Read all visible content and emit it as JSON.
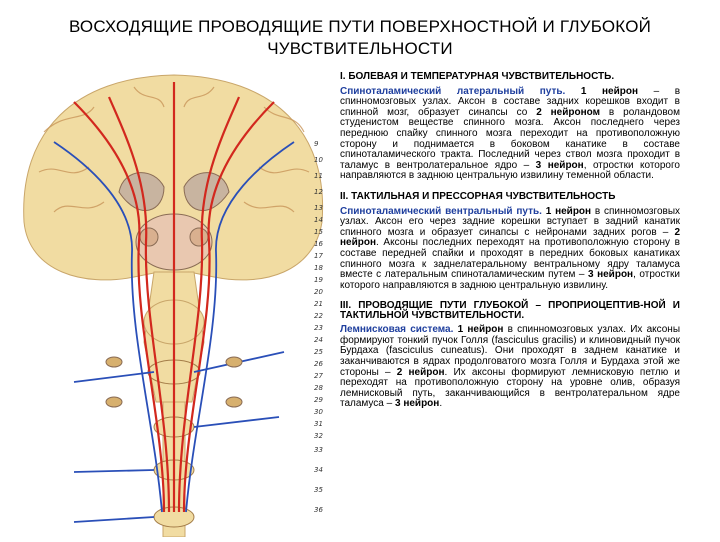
{
  "title": "ВОСХОДЯЩИЕ ПРОВОДЯЩИЕ ПУТИ ПОВЕРХНОСТНОЙ И ГЛУБОКОЙ ЧУВСТВИТЕЛЬНОСТИ",
  "figure": {
    "labels": [
      "9",
      "10",
      "11",
      "12",
      "13",
      "14",
      "15",
      "16",
      "17",
      "18",
      "19",
      "20",
      "21",
      "22",
      "23",
      "24",
      "25",
      "26",
      "27",
      "28",
      "29",
      "30",
      "31",
      "32",
      "33",
      "34",
      "35",
      "36"
    ]
  },
  "sections": [
    {
      "heading": "I. БОЛЕВАЯ И ТЕМПЕРАТУРНАЯ ЧУВСТВИТЕЛЬНОСТЬ.",
      "pathway": "Спиноталамический латеральный путь.",
      "p1": " ",
      "n1": "1 нейрон",
      "p2": " – в спинномозговых узлах. Аксон в составе задних корешков входит в спинной мозг, образует синапсы со ",
      "n2": "2 нейроном",
      "p3": " в роландовом студенистом веществе спинного мозга. Аксон последнего через переднюю спайку спинного мозга переходит на противоположную сторону и поднимается в боковом канатике в составе спиноталамического тракта. Последний через ствол мозга проходит в таламус в вентролатеральное ядро – ",
      "n3": "3 нейрон",
      "p4": ", отростки которого направляются в заднюю центральную извилину теменной области."
    },
    {
      "heading": "II. ТАКТИЛЬНАЯ И ПРЕССОРНАЯ ЧУВСТВИТЕЛЬНОСТЬ",
      "pathway": "Спиноталамический вентральный путь.",
      "p1": " ",
      "n1": "1 нейрон",
      "p2": " в спинномозговых узлах. Аксон его через задние корешки вступает в задний канатик спинного мозга и образует синапсы с нейронами задних рогов – ",
      "n2": "2 нейрон",
      "p3": ". Аксоны последних переходят на противоположную сторону в составе передней спайки и проходят в передних боковых канатиках спинного мозга к заднелатеральному вентральному ядру таламуса вместе с латеральным спиноталамическим путем – ",
      "n3": "3 нейрон",
      "p4": ", отростки которого направляются в заднюю центральную извилину."
    },
    {
      "heading": "III. ПРОВОДЯЩИЕ ПУТИ ГЛУБОКОЙ – ПРОПРИОЦЕПТИВ-НОЙ И ТАКТИЛЬНОЙ ЧУВСТВИТЕЛЬНОСТИ.",
      "pathway": "Лемнисковая система.",
      "p1": " ",
      "n1": "1 нейрон",
      "p2": " в спинномозговых узлах. Их аксоны формируют тонкий пучок Голля (fasciculus gracilis) и клиновидный пучок Бурдаха (fasciculus cuneatus). Они проходят в заднем канатике и заканчиваются в ядрах продолговатого мозга Голля и Бурдаха этой же стороны – ",
      "n2": "2 нейрон",
      "p3": ". Их аксоны формируют лемнисковую петлю и переходят на противоположную сторону на уровне олив, образуя лемнисковый путь, заканчивающийся в вентролатеральном ядре таламуса – ",
      "n3": "3 нейрон",
      "p4": "."
    }
  ],
  "colors": {
    "pathway": "#1f3f9e",
    "red_path": "#d2281e",
    "blue_path": "#2a4fb8",
    "tissue": "#f3dfa8"
  }
}
